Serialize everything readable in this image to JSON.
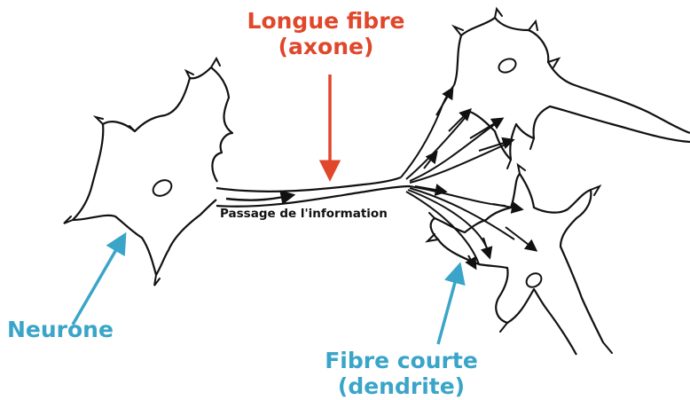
{
  "labels": {
    "axon_line1": "Longue fibre",
    "axon_line2": "(axone)",
    "neuron": "Neurone",
    "dendrite_line1": "Fibre courte",
    "dendrite_line2": "(dendrite)",
    "information": "Passage de l'information"
  },
  "colors": {
    "axon_label": "#e0472b",
    "blue_labels": "#3aa5c8",
    "outline": "#111111"
  }
}
